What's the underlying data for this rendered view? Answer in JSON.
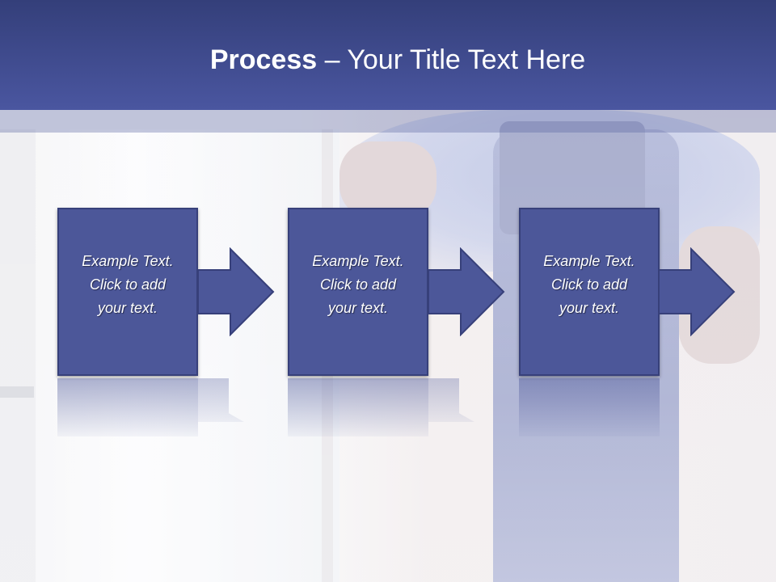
{
  "slide": {
    "title_bold": "Process",
    "title_rest": " – Your Title Text Here",
    "steps": [
      {
        "text": "Example Text.\nClick  to add\nyour text."
      },
      {
        "text": "Example Text.\nClick  to add\nyour text."
      },
      {
        "text": "Example Text.\nClick  to add\nyour text."
      }
    ]
  },
  "colors": {
    "header": "#3d4889",
    "box_fill": "#4c5799",
    "box_border": "#37407a",
    "text": "#ffffff"
  }
}
